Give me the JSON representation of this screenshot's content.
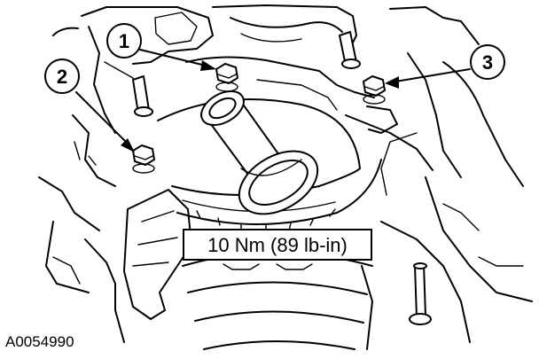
{
  "figure": {
    "callouts": [
      {
        "id": "1",
        "label": "1"
      },
      {
        "id": "2",
        "label": "2"
      },
      {
        "id": "3",
        "label": "3"
      }
    ],
    "torque_spec": "10 Nm (89 lb-in)",
    "figure_id": "A0054990",
    "colors": {
      "ink": "#000000",
      "paper": "#ffffff"
    }
  }
}
